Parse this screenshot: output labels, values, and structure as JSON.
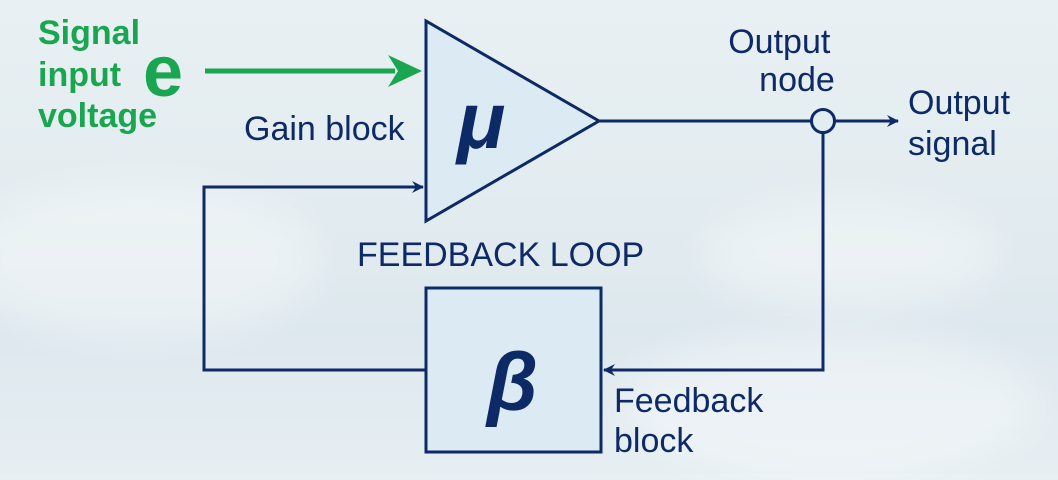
{
  "colors": {
    "line": "#0e2a66",
    "input": "#1aa650",
    "block_fill": "#dcebf3"
  },
  "input": {
    "label_lines": [
      "Signal",
      "input",
      "voltage"
    ],
    "symbol": "e"
  },
  "gain_block": {
    "label": "Gain block",
    "symbol": "μ"
  },
  "output_node": {
    "label_lines": [
      "Output",
      "node"
    ]
  },
  "output_signal": {
    "label_lines": [
      "Output",
      "signal"
    ]
  },
  "loop": {
    "label": "FEEDBACK LOOP"
  },
  "feedback_block": {
    "label_lines": [
      "Feedback",
      "block"
    ],
    "symbol": "β"
  }
}
